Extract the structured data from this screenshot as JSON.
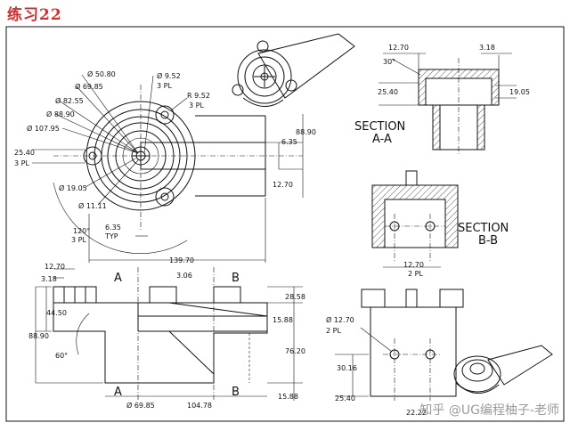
{
  "title": "练习22",
  "watermark": "知乎 @UG编程柚子-老师",
  "top_view": {
    "dims": {
      "d50_80": "Ø 50.80",
      "d69_85": "Ø 69.85",
      "d82_55": "Ø 82.55",
      "d88_90": "Ø 88.90",
      "d107_95": "Ø 107.95",
      "d19_05": "Ø 19.05",
      "d11_11": "Ø 11.11",
      "d9_52": "Ø 9.52",
      "d9_52_qty": "3 PL",
      "r9_52": "R 9.52",
      "r9_52_qty": "3 PL",
      "l25_40": "25.40",
      "l25_40_qty": "3 PL",
      "r6_35": "6.35",
      "r88_90": "88.90",
      "r12_70": "12.70",
      "angle120": "120°",
      "angle120_qty": "3 PL",
      "t6_35": "6.35",
      "t6_35_typ": "TYP",
      "w139_70": "139.70"
    }
  },
  "section_aa": {
    "label1": "SECTION",
    "label2": "A-A",
    "dims": {
      "d12_70": "12.70",
      "a30": "30°",
      "d3_18": "3.18",
      "d25_40": "25.40",
      "d19_05": "19.05"
    }
  },
  "section_bb": {
    "label1": "SECTION",
    "label2": "B-B",
    "dims": {
      "d12_70": "12.70",
      "d12_70_qty": "2 PL"
    }
  },
  "front_view": {
    "cut_a": "A",
    "cut_b": "B",
    "dims": {
      "d12_70": "12.70",
      "d3_18": "3.18",
      "d44_50": "44.50",
      "d88_90": "88.90",
      "a60": "60°",
      "d3_06": "3.06",
      "d28_58": "28.58",
      "d15_88a": "15.88",
      "d76_20": "76.20",
      "d15_88b": "15.88",
      "d69_85": "Ø 69.85",
      "d104_78": "104.78"
    }
  },
  "side_view": {
    "dims": {
      "d12_70": "Ø 12.70",
      "d12_70_qty": "2 PL",
      "d30_16": "30.16",
      "d25_40": "25.40",
      "d22_22": "22.22"
    }
  }
}
